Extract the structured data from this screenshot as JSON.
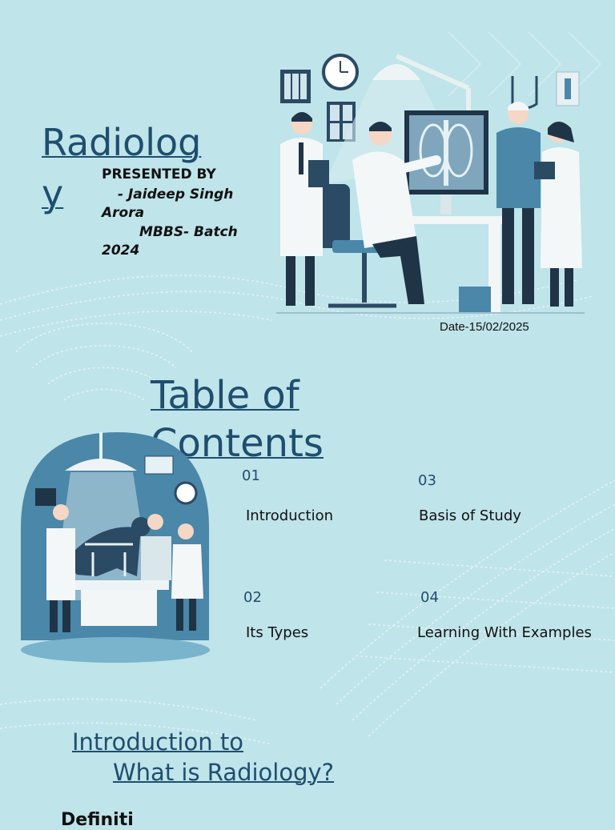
{
  "slide1": {
    "title": "Radiolog\ny",
    "presented_by": "PRESENTED BY",
    "presenter_name": "- Jaideep Singh Arora",
    "batch": "MBBS- Batch 2024",
    "date": "Date-15/02/2025"
  },
  "slide2": {
    "title": "Table of Contents",
    "items": [
      {
        "num": "01",
        "label": "Introduction"
      },
      {
        "num": "02",
        "label": "Its Types"
      },
      {
        "num": "03",
        "label": "Basis of Study"
      },
      {
        "num": "04",
        "label": "Learning With Examples"
      }
    ]
  },
  "slide3": {
    "title_line1": "Introduction to",
    "title_line2": "What is Radiology?",
    "partial_text": "Definiti"
  },
  "colors": {
    "background": "#bfe4ea",
    "title": "#1f4e6e",
    "illustration_dark": "#2b4a63",
    "illustration_mid": "#4a87a8"
  },
  "icons": [
    "xray-monitor-icon",
    "wall-clock-icon",
    "doctor-figure-icon",
    "vet-dog-xray-icon"
  ]
}
